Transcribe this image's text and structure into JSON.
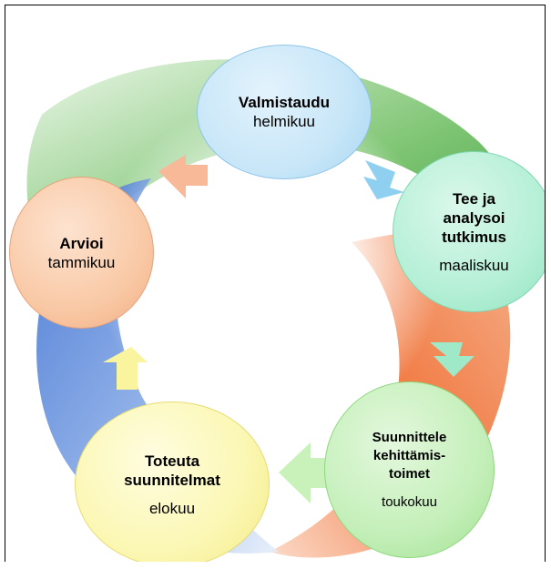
{
  "stages": [
    {
      "id": "prepare",
      "name": [
        "Valmistaudu"
      ],
      "month": "helmikuu",
      "fill": "#c7e6f8",
      "edge": "#8ec5e8"
    },
    {
      "id": "research",
      "name": [
        "Tee ja",
        "analysoi",
        "tutkimus"
      ],
      "month": "maaliskuu",
      "fill": "#b4efd6",
      "edge": "#7fd8b2"
    },
    {
      "id": "plan",
      "name": [
        "Suunnittele",
        "kehittämis-",
        "toimet"
      ],
      "month": "toukokuu",
      "fill": "#c4efb9",
      "edge": "#8fd780"
    },
    {
      "id": "execute",
      "name": [
        "Toteuta",
        "suunnitelmat"
      ],
      "month": "elokuu",
      "fill": "#fbf7b3",
      "edge": "#e6dc72"
    },
    {
      "id": "evaluate",
      "name": [
        "Arvioi"
      ],
      "month": "tammikuu",
      "fill": "#f9c9a6",
      "edge": "#e6a27a"
    }
  ],
  "colors": {
    "swirl_green": "#2e9a3a",
    "swirl_orange": "#f05a1e",
    "swirl_blue": "#2a5fc0",
    "arrow_blue": "#8fcff0",
    "arrow_teal": "#9fe9c8",
    "arrow_green": "#c8f2b9",
    "arrow_yellow": "#fbf49f",
    "arrow_orange": "#f7b998"
  }
}
